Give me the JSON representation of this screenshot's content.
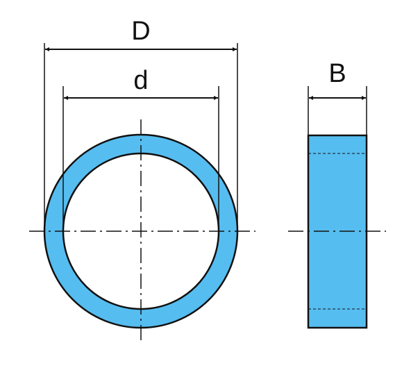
{
  "labels": {
    "outer_diameter": "D",
    "inner_diameter": "d",
    "width": "B"
  },
  "colors": {
    "fill": "#56bdf0",
    "stroke": "#111111",
    "background": "#ffffff"
  }
}
